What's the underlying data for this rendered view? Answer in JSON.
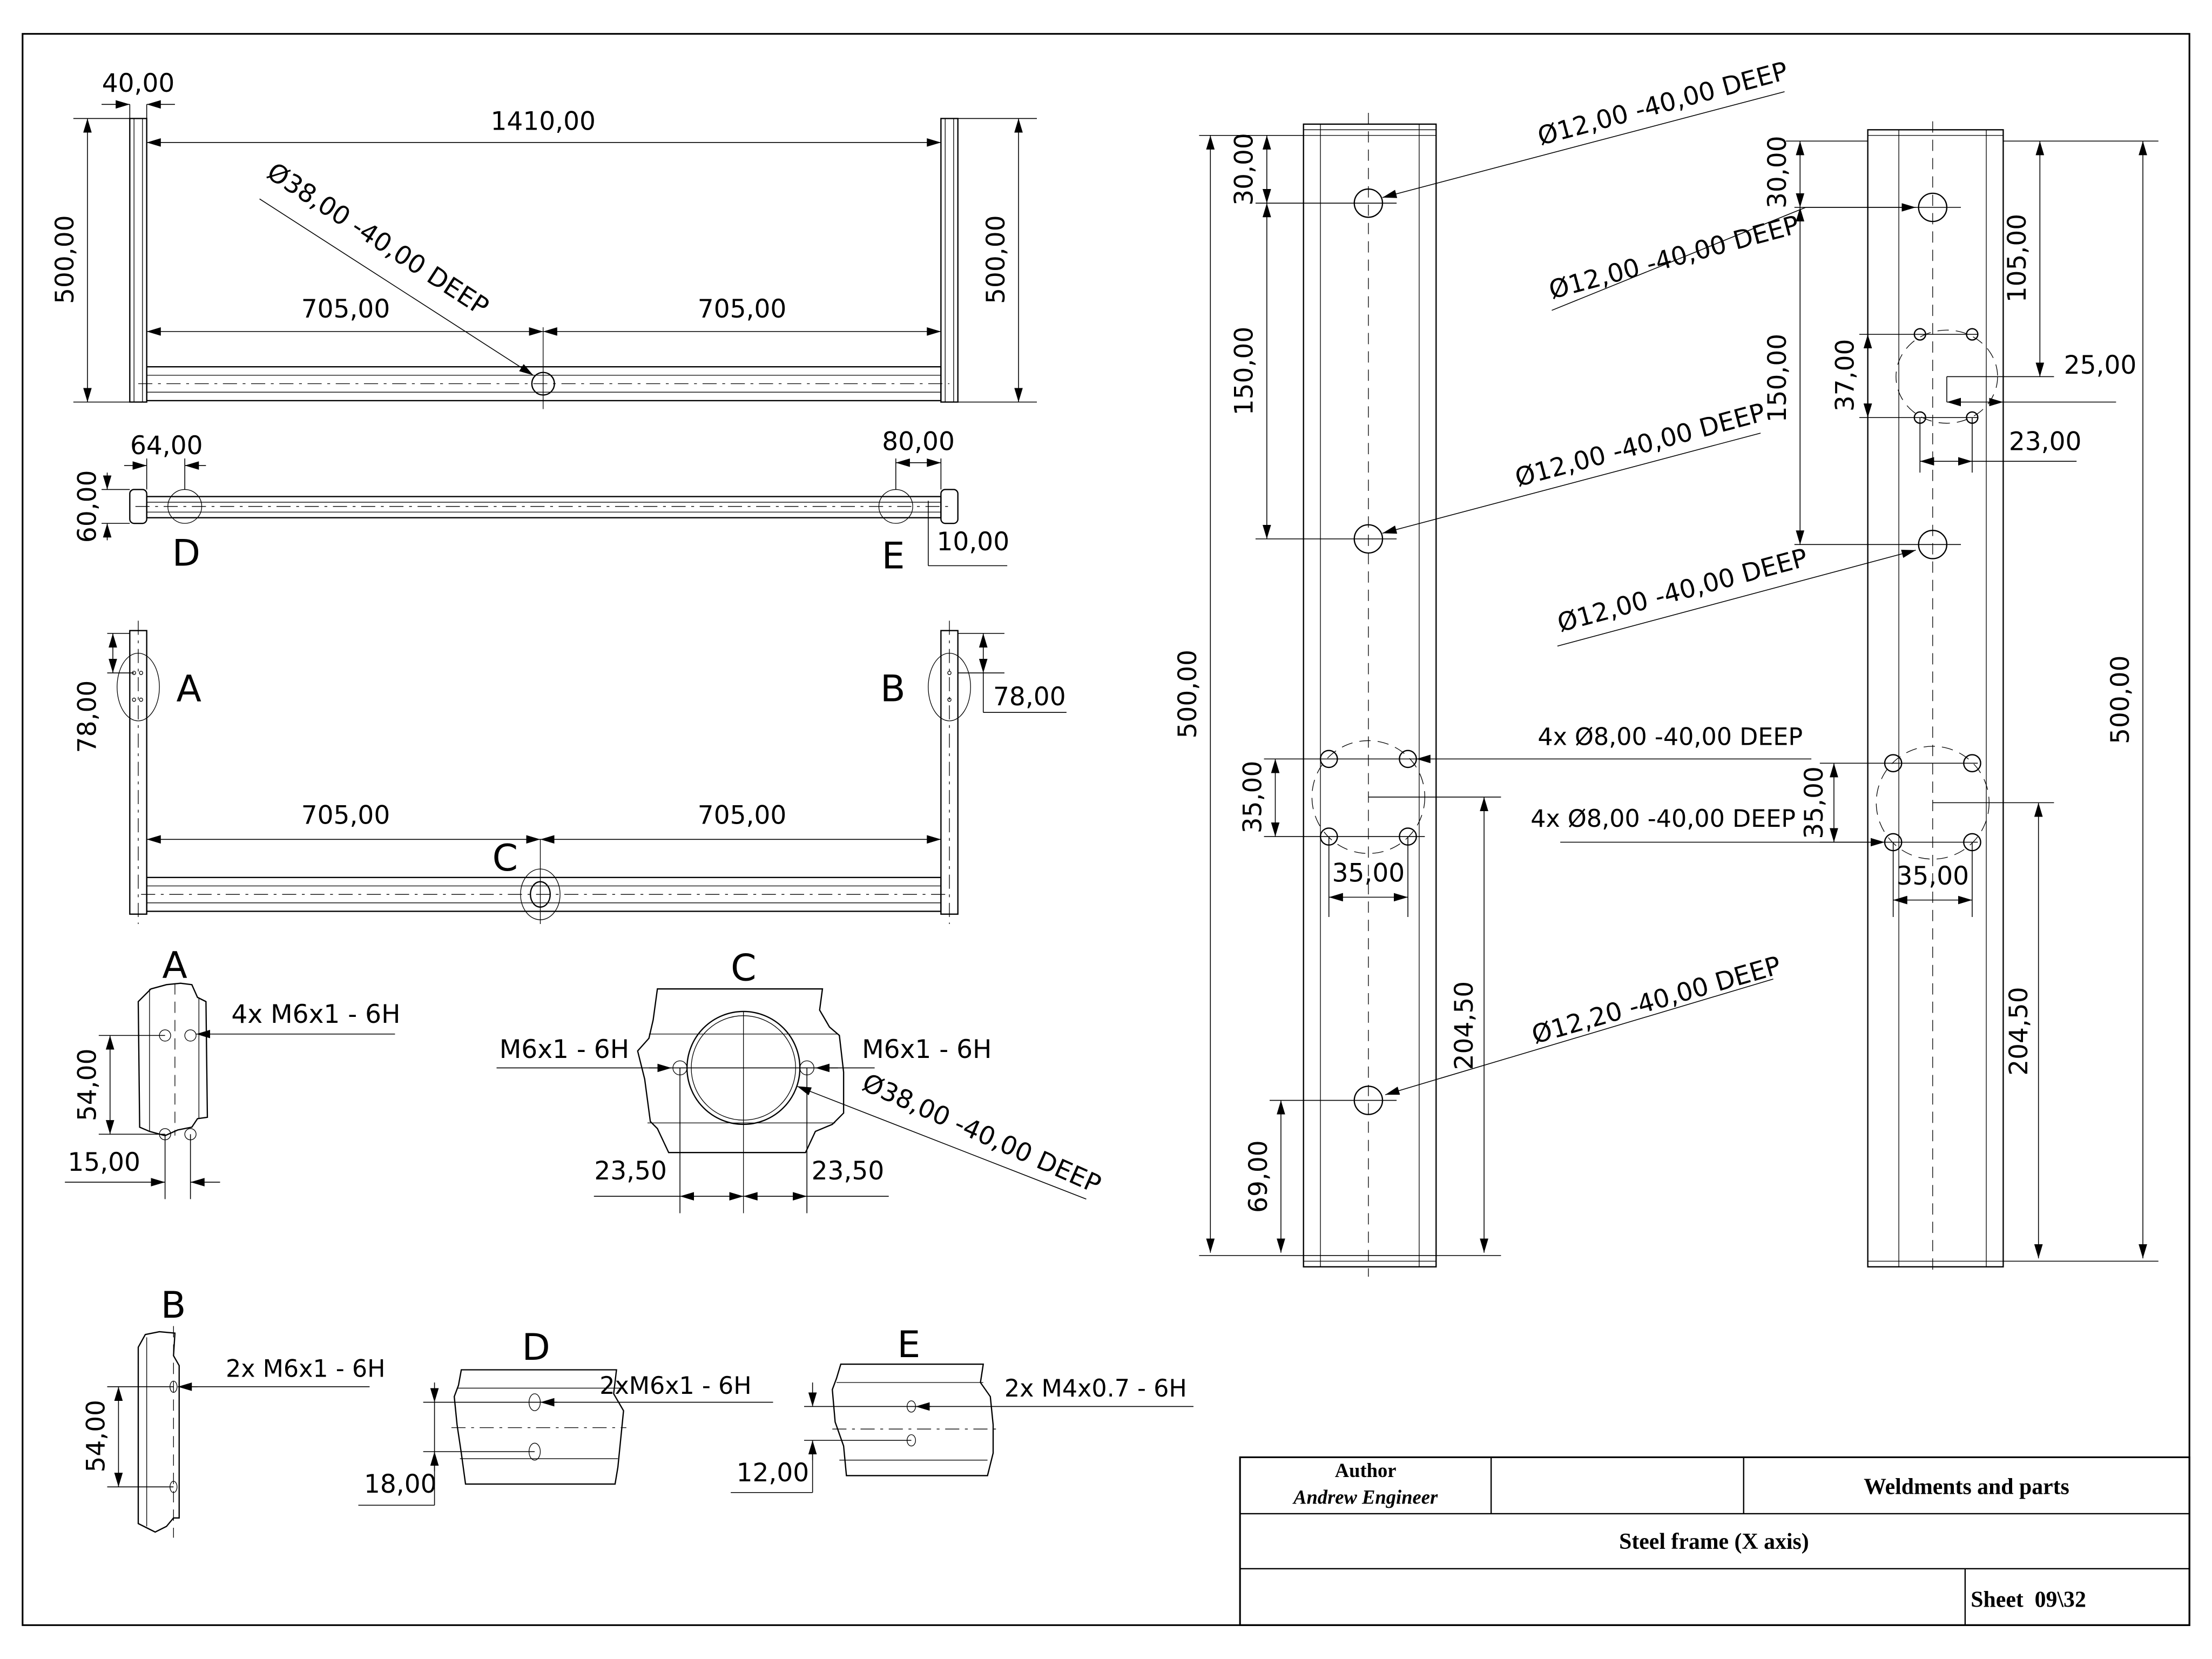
{
  "title_block": {
    "author_label": "Author",
    "author_name": "Andrew Engineer",
    "project": "Weldments and parts",
    "drawing_title": "Steel frame (X axis)",
    "sheet": "Sheet  09\\32"
  },
  "views": {
    "front": {
      "width_upright": "40,00",
      "overall_length": "1410,00",
      "height_left": "500,00",
      "height_right": "500,00",
      "half_left": "705,00",
      "half_right": "705,00",
      "hole_callout": "Ø38,00 -40,00 DEEP"
    },
    "top": {
      "height": "60,00",
      "left_offset": "64,00",
      "right_offset": "80,00",
      "end_offset": "10,00",
      "label_d": "D",
      "label_e": "E"
    },
    "bottom": {
      "left_offset": "78,00",
      "right_offset": "78,00",
      "half_left": "705,00",
      "half_right": "705,00",
      "label_a": "A",
      "label_b": "B",
      "label_c": "C"
    },
    "detail_a": {
      "label": "A",
      "callout": "4x M6x1 - 6H",
      "spacing": "54,00",
      "width": "15,00"
    },
    "detail_c": {
      "label": "C",
      "callout_left": "M6x1 - 6H",
      "callout_right": "M6x1 - 6H",
      "hole_callout": "Ø38,00 -40,00 DEEP",
      "offset_left": "23,50",
      "offset_right": "23,50"
    },
    "detail_b": {
      "label": "B",
      "callout": "2x M6x1 - 6H",
      "spacing": "54,00"
    },
    "detail_d": {
      "label": "D",
      "callout": "2xM6x1 - 6H",
      "spacing": "18,00"
    },
    "detail_e": {
      "label": "E",
      "callout": "2x M4x0.7 - 6H",
      "spacing": "12,00"
    },
    "upright_left": {
      "top_offset": "30,00",
      "hole_spacing": "150,00",
      "overall": "500,00",
      "pattern_spacing_v": "35,00",
      "pattern_spacing_h": "35,00",
      "lower_offset": "204,50",
      "bottom_offset": "69,00",
      "callout_top": "Ø12,00 -40,00 DEEP",
      "callout_mid": "Ø12,00 -40,00 DEEP",
      "callout_pattern": "4x Ø8,00 -40,00 DEEP",
      "callout_bottom": "Ø12,20 -40,00 DEEP"
    },
    "upright_right": {
      "top_offset": "30,00",
      "hole_spacing": "150,00",
      "pattern_offset": "105,00",
      "pattern_v": "37,00",
      "pattern_h1": "25,00",
      "pattern_h2": "23,00",
      "overall": "500,00",
      "pattern_spacing_v": "35,00",
      "pattern_spacing_h": "35,00",
      "lower_offset": "204,50",
      "callout_top": "Ø12,00 -40,00 DEEP",
      "callout_mid": "Ø12,00 -40,00 DEEP",
      "callout_pattern": "4x Ø8,00 -40,00 DEEP"
    }
  }
}
